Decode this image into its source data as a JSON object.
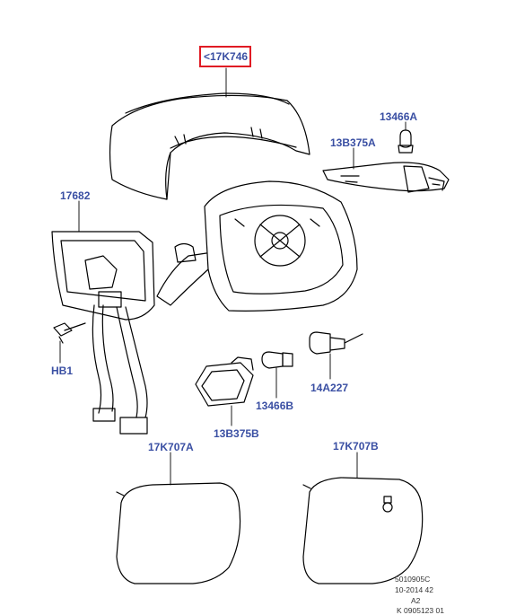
{
  "colors": {
    "label": "#3a4fa3",
    "highlight": "#e01b24",
    "line": "#000000"
  },
  "labels": {
    "cover": "<17K746",
    "bulb_a": "13466A",
    "lamp_a": "13B375A",
    "motor": "17682",
    "bolt": "HB1",
    "switch": "14A227",
    "bulb_b": "13466B",
    "lamp_b": "13B375B",
    "glass_left": "17K707A",
    "glass_right": "17K707B"
  },
  "footer": {
    "code": "5010905C",
    "date": "10-2014 42",
    "rev": "A2",
    "ref": "K 0905123 01"
  }
}
